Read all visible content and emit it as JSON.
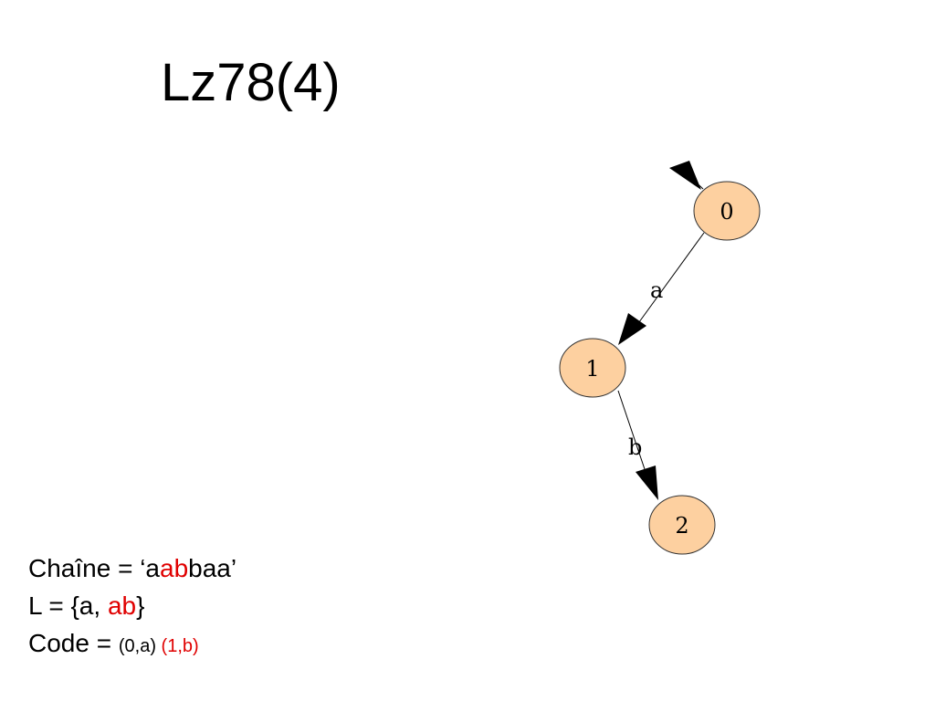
{
  "title": "Lz78(4)",
  "colors": {
    "node_fill": "#fdd0a0",
    "node_stroke": "#333333",
    "edge": "#000000",
    "highlight": "#e00000"
  },
  "trie": {
    "nodes": [
      {
        "id": "0",
        "label": "0"
      },
      {
        "id": "1",
        "label": "1"
      },
      {
        "id": "2",
        "label": "2"
      }
    ],
    "edges": [
      {
        "from": "0",
        "to": "1",
        "label": "a"
      },
      {
        "from": "1",
        "to": "2",
        "label": "b"
      }
    ]
  },
  "info": {
    "chaine": {
      "prefix": "Chaîne = ‘a",
      "highlight": "ab",
      "suffix": "baa’"
    },
    "dictionary": {
      "prefix": "L = {a, ",
      "highlight": "ab",
      "suffix": "}"
    },
    "code": {
      "prefix": "Code = ",
      "plain": "(0,a) ",
      "highlight": "(1,b)"
    }
  }
}
